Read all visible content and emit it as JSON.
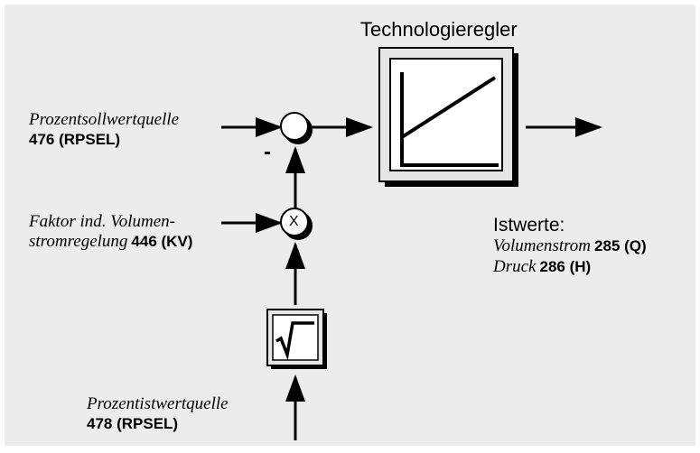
{
  "controller": {
    "title": "Technologieregler"
  },
  "setpoint_source": {
    "label": "Prozentsollwertquelle",
    "param": "476 (RPSEL)"
  },
  "factor": {
    "label_line1": "Faktor ind. Volumen-",
    "label_line2": "stromregelung",
    "param": "446 (KV)"
  },
  "actual_source": {
    "label": "Prozentistwertquelle",
    "param": "478 (RPSEL)"
  },
  "actual_values": {
    "heading": "Istwerte:",
    "flow_label": "Volumenstrom",
    "flow_param": "285 (Q)",
    "pressure_label": "Druck",
    "pressure_param": "286 (H)"
  },
  "symbols": {
    "minus_sign": "-",
    "multiply": "X",
    "sqrt_icon": "square-root-icon",
    "controller_icon": "ramp-characteristic-icon"
  },
  "colors": {
    "panel": "#ECECEC",
    "box_face": "#E6E6E6",
    "shadow": "#000000",
    "line": "#000000"
  }
}
